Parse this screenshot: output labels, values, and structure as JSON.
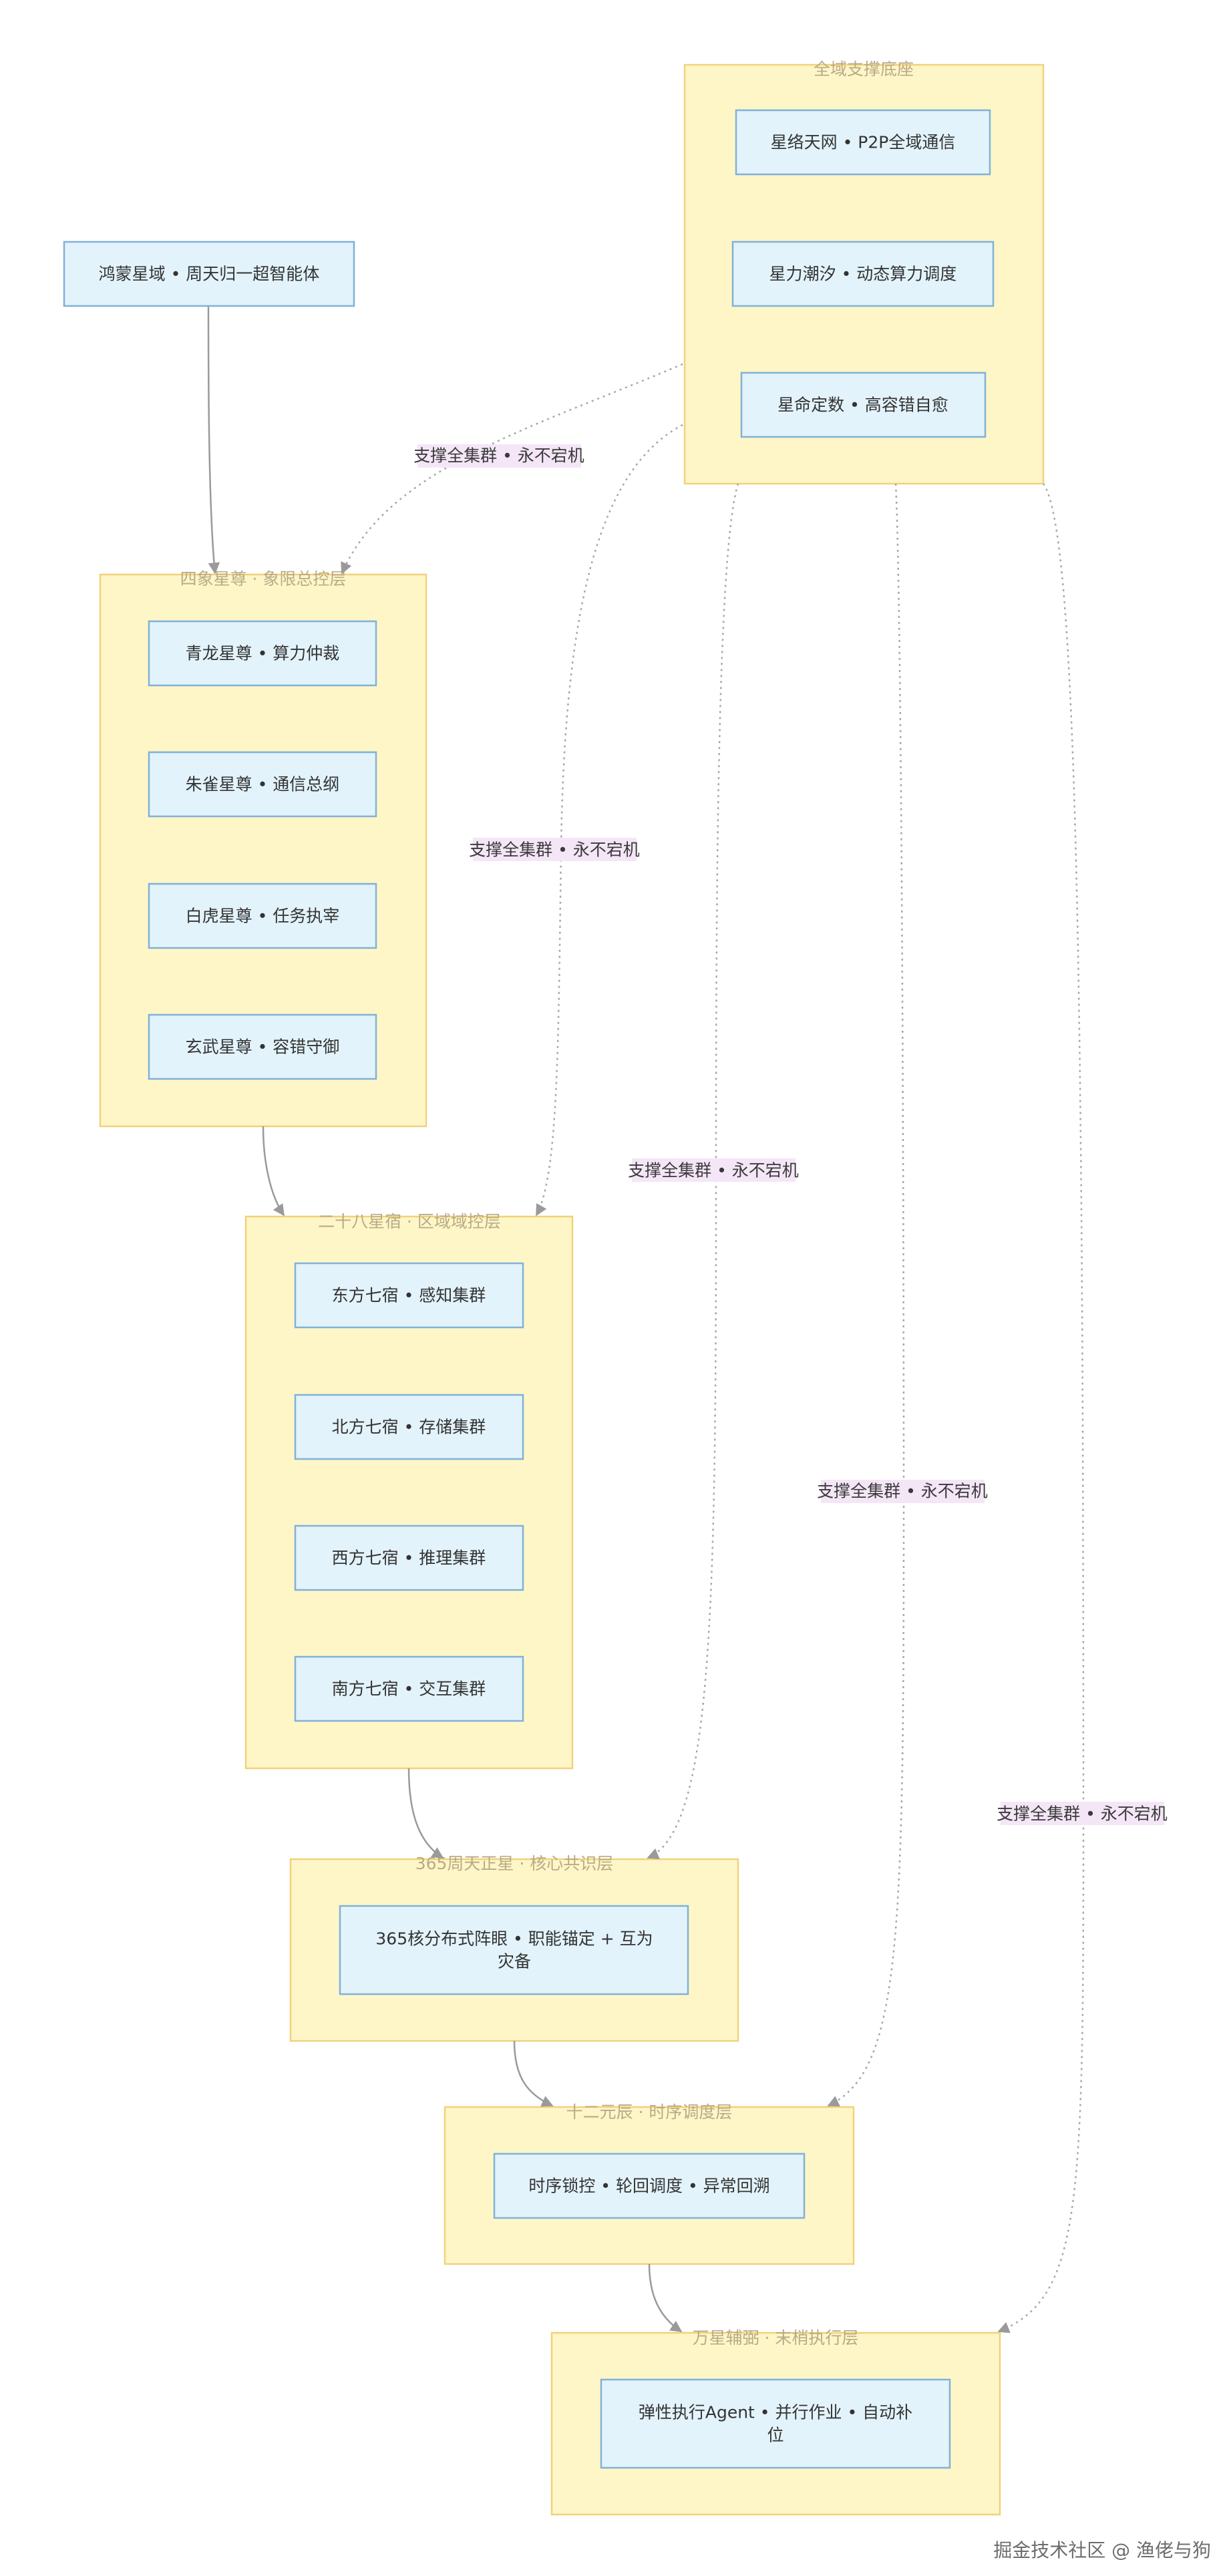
{
  "diagram": {
    "type": "flowchart",
    "clusters": {
      "support": "全域支撑底座",
      "four": "四象星尊 · 象限总控层",
      "xiu": "二十八星宿 · 区域域控层",
      "core": "365周天正星 · 核心共识层",
      "chen": "十二元辰 · 时序调度层",
      "exec": "万星辅弼 · 末梢执行层"
    },
    "nodes": {
      "hongmeng": "鸿蒙星域 • 周天归一超智能体",
      "xingluo": "星络天网 • P2P全域通信",
      "xingli": "星力潮汐 • 动态算力调度",
      "xingming": "星命定数 • 高容错自愈",
      "qinglong": "青龙星尊 • 算力仲裁",
      "zhuque": "朱雀星尊 • 通信总纲",
      "baihu": "白虎星尊 • 任务执宰",
      "xuanwu": "玄武星尊 • 容错守御",
      "east": "东方七宿 • 感知集群",
      "north": "北方七宿 • 存储集群",
      "west": "西方七宿 • 推理集群",
      "south": "南方七宿 • 交互集群",
      "core_l1": "365核分布式阵眼 • 职能锚定 + 互为",
      "core_l2": "灾备",
      "chen_node": "时序锁控 • 轮回调度 • 异常回溯",
      "exec_l1": "弹性执行Agent • 并行作业 • 自动补",
      "exec_l2": "位"
    },
    "edge_label": "支撑全集群 • 永不宕机"
  },
  "watermark": "掘金技术社区 @ 渔佬与狗"
}
